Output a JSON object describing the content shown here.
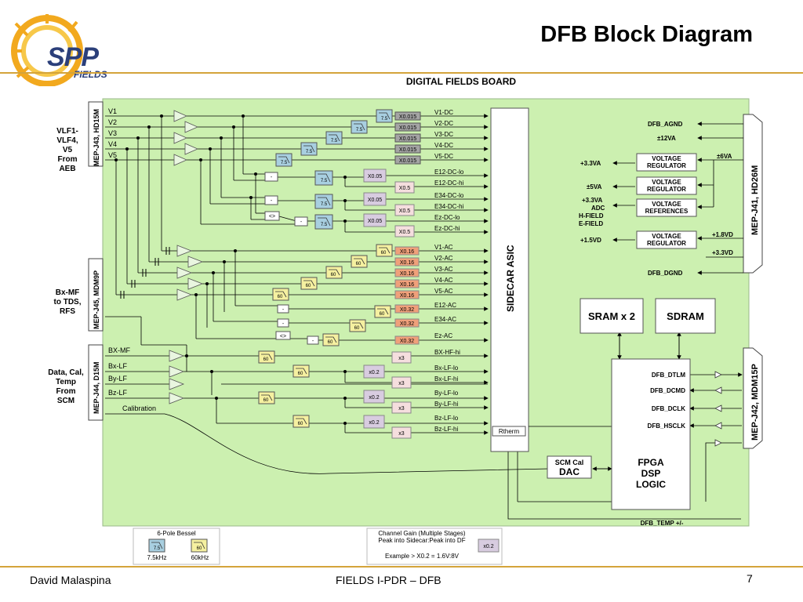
{
  "header": {
    "title": "DFB Block Diagram",
    "logo_main": "SPP",
    "logo_sub": "FIELDS"
  },
  "board": {
    "label": "DIGITAL FIELDS BOARD"
  },
  "connectors": {
    "left_top": "MEP-J43, HD15M",
    "left_mid": "MEP-J45, MDM9P",
    "left_bot": "MEP-J44, D15M",
    "right_top": "MEP-J41, HD26M",
    "right_bot": "MEP-J42, MDM15P"
  },
  "sources": {
    "vlf": [
      "VLF1-",
      "VLF4,",
      "V5",
      "From",
      "AEB"
    ],
    "bxmf": [
      "Bx-MF",
      "to TDS,",
      "RFS"
    ],
    "scm": [
      "Data, Cal,",
      "Temp",
      "From",
      "SCM"
    ]
  },
  "inputs": {
    "v": [
      "V1",
      "V2",
      "V3",
      "V4",
      "V5"
    ],
    "mag": [
      "BX-MF",
      "Bx-LF",
      "By-LF",
      "Bz-LF"
    ],
    "calibration": "Calibration"
  },
  "filters": {
    "f75": "7.5",
    "f60": "60"
  },
  "ops": {
    "minus": "-",
    "cross": "<>"
  },
  "gains": {
    "g0015": "X0.015",
    "g005": "X0.05",
    "g05": "X0.5",
    "g016": "X0.16",
    "g032": "X0.32",
    "g02": "x0.2",
    "g3": "x3"
  },
  "channels": {
    "dc": [
      "V1-DC",
      "V2-DC",
      "V3-DC",
      "V4-DC",
      "V5-DC"
    ],
    "e12dc": [
      "E12-DC-lo",
      "E12-DC-hi"
    ],
    "e34dc": [
      "E34-DC-lo",
      "E34-DC-hi"
    ],
    "ezdc": [
      "Ez-DC-lo",
      "Ez-DC-hi"
    ],
    "ac": [
      "V1-AC",
      "V2-AC",
      "V3-AC",
      "V4-AC",
      "V5-AC"
    ],
    "eac": [
      "E12-AC",
      "E34-AC",
      "Ez-AC"
    ],
    "mag": [
      "BX-HF-hi",
      "Bx-LF-lo",
      "Bx-LF-hi",
      "By-LF-lo",
      "By-LF-hi",
      "Bz-LF-lo",
      "Bz-LF-hi"
    ]
  },
  "asic": {
    "label": "SIDECAR ASIC",
    "rtherm": "Rtherm"
  },
  "power": {
    "agnd": "DFB_AGND",
    "p12": "±12VA",
    "p6": "±6VA",
    "reg1_lines": [
      "VOLTAGE",
      "REGULATOR"
    ],
    "reg1_out": "+3.3VA",
    "reg2_lines": [
      "VOLTAGE",
      "REGULATOR"
    ],
    "reg2_out": "±5VA",
    "ref_lines": [
      "VOLTAGE",
      "REFERENCES"
    ],
    "ref_out": [
      "+3.3VA",
      "ADC",
      "H-FIELD",
      "E-FIELD"
    ],
    "reg3_lines": [
      "VOLTAGE",
      "REGULATOR"
    ],
    "reg3_out": "+1.5VD",
    "p18": "+1.8VD",
    "p33": "+3.3VD",
    "dgnd": "DFB_DGND"
  },
  "memory": {
    "sram": "SRAM x 2",
    "sdram": "SDRAM"
  },
  "fpga": {
    "lines": [
      "FPGA",
      "DSP",
      "LOGIC"
    ],
    "signals": [
      "DFB_DTLM",
      "DFB_DCMD",
      "DFB_DCLK",
      "DFB_HSCLK"
    ],
    "temp": "DFB_TEMP +/-"
  },
  "scm_dac": {
    "lines": [
      "SCM Cal",
      "DAC"
    ]
  },
  "legend": {
    "bessel": "6-Pole Bessel",
    "f1_label": "7.5kHz",
    "f2_label": "60kHz",
    "gain_title": "Channel Gain (Multiple Stages)",
    "gain_desc": "Peak into Sidecar:Peak into DF",
    "gain_example": "Example > X0.2 = 1.6V:8V"
  },
  "footer": {
    "author": "David Malaspina",
    "center": "FIELDS I-PDR – DFB",
    "page": "7"
  },
  "colors": {
    "board": "#ccf0b0",
    "filter_blue": "#a8cfe0",
    "filter_yellow": "#f5f0a0",
    "gain_grey": "#a4a4a4",
    "gain_orange": "#f0a07a",
    "gain_pink": "#f5dede",
    "gain_lavender": "#d8cce0"
  }
}
